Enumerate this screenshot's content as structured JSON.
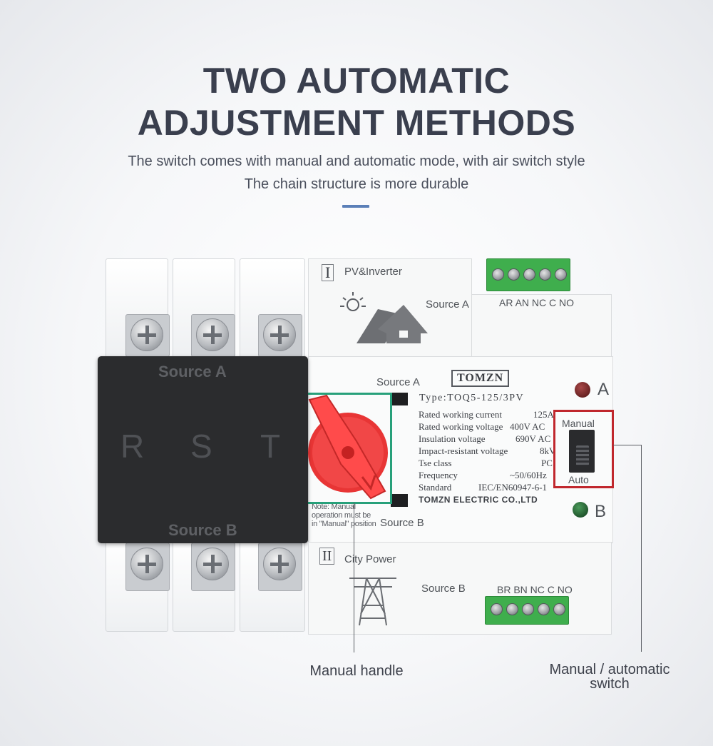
{
  "header": {
    "title_line1": "TWO AUTOMATIC",
    "title_line2": "ADJUSTMENT METHODS",
    "subtitle_line1": "The switch comes with manual and automatic mode, with air switch style",
    "subtitle_line2": "The chain structure is more durable"
  },
  "product": {
    "black_cover": {
      "source_a": "Source A",
      "source_b": "Source B",
      "phases": [
        "R",
        "S",
        "T"
      ]
    },
    "top_module": {
      "roman": "I",
      "label": "PV&Inverter",
      "source": "Source A",
      "terminal_labels": "AR AN NC C NO"
    },
    "bottom_module": {
      "roman": "II",
      "label": "City Power",
      "source": "Source B",
      "terminal_labels": "BR BN NC C NO"
    },
    "front_panel": {
      "brand": "TOMZN",
      "source_a": "Source A",
      "source_b": "Source B",
      "type": "Type:TOQ5-125/3PV",
      "specs": [
        {
          "label": "Rated working current",
          "value": "125A"
        },
        {
          "label": "Rated working voltage",
          "value": "400V AC"
        },
        {
          "label": "Insulation voltage",
          "value": "690V AC"
        },
        {
          "label": "Impact-resistant voltage",
          "value": "8kV"
        },
        {
          "label": "Tse class",
          "value": "PC"
        },
        {
          "label": "Frequency",
          "value": "~50/60Hz"
        },
        {
          "label": "Standard",
          "value": "IEC/EN60947-6-1"
        }
      ],
      "company": "TOMZN ELECTRIC CO.,LTD",
      "note": "Note: Manual operation must be in \"Manual\" position",
      "led_a": "A",
      "led_b": "B",
      "switch_top": "Manual",
      "switch_bottom": "Auto"
    },
    "colors": {
      "handle": "#f03c3c",
      "handle_highlight": "#27a07a",
      "switch_highlight": "#c0272d",
      "terminal_green": "#3fae4d"
    }
  },
  "callouts": {
    "manual_handle": "Manual handle",
    "switch_line1": "Manual / automatic",
    "switch_line2": "switch"
  }
}
